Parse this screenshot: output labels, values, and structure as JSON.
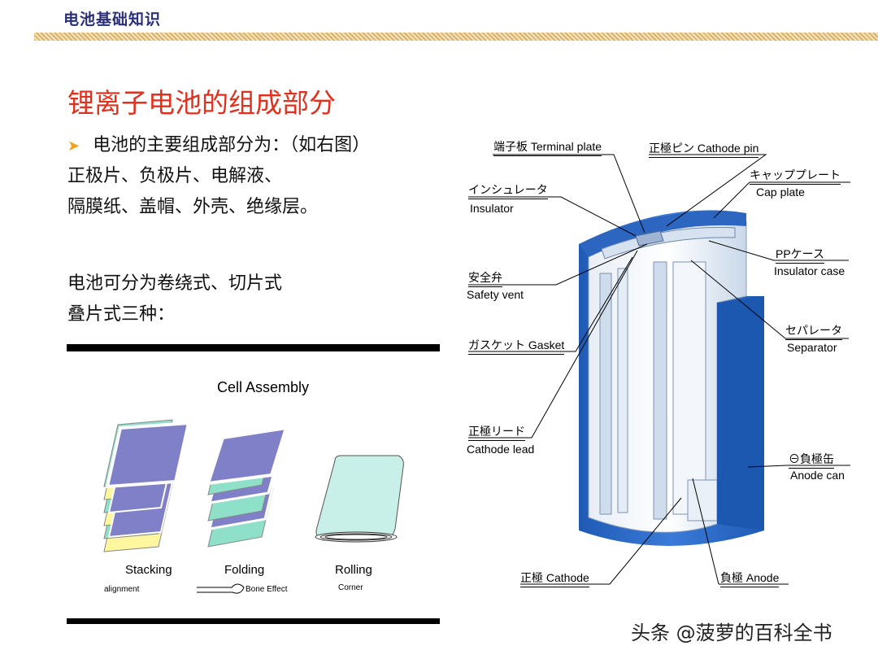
{
  "header": {
    "title": "电池基础知识"
  },
  "main": {
    "title": "锂离子电池的组成部分",
    "bullet_line1": "电池的主要组成部分为：（如右图）",
    "bullet_line2": "正极片、负极片、电解液、",
    "bullet_line3": "隔膜纸、盖帽、外壳、绝缘层。",
    "types_line1": "电池可分为卷绕式、切片式",
    "types_line2": "叠片式三种："
  },
  "cell_assembly": {
    "title": "Cell Assembly",
    "stacking": "Stacking",
    "folding": "Folding",
    "rolling": "Rolling",
    "alignment": "alignment",
    "bone_effect": "Bone Effect",
    "corner": "Corner"
  },
  "diagram_labels": {
    "terminal_plate": "端子板 Terminal plate",
    "cathode_pin": "正極ピン Cathode pin",
    "cap_plate_jp": "キャッププレート",
    "cap_plate_en": "Cap plate",
    "insulator_jp": "インシュレータ",
    "insulator_en": "Insulator",
    "pp_case_jp": "PPケース",
    "pp_case_en": "Insulator case",
    "safety_vent_jp": "安全弁",
    "safety_vent_en": "Safety vent",
    "separator_jp": "セパレータ",
    "separator_en": "Separator",
    "gasket": "ガスケット Gasket",
    "cathode_lead_jp": "正極リード",
    "cathode_lead_en": "Cathode lead",
    "anode_can_jp": "⊖負極缶",
    "anode_can_en": "Anode can",
    "cathode": "正極 Cathode",
    "anode": "負極 Anode"
  },
  "watermark": "头条 @菠萝的百科全书",
  "colors": {
    "title_red": "#e0301e",
    "header_blue": "#2a2f7a",
    "bullet_orange": "#f2a01b",
    "can_blue": "#1f5bb5"
  }
}
